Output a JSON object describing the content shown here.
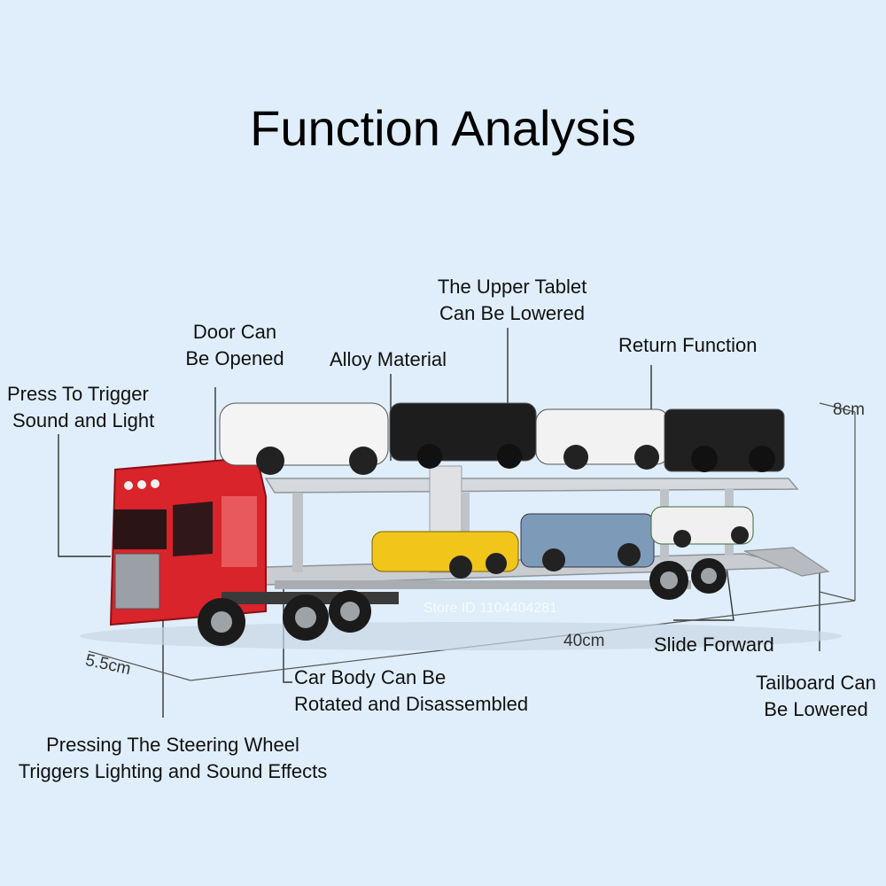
{
  "title": "Function Analysis",
  "labels": {
    "press_trigger": [
      "Press To Trigger",
      "Sound and Light"
    ],
    "door": [
      "Door Can",
      "Be Opened"
    ],
    "alloy": "Alloy Material",
    "upper_tablet": [
      "The Upper Tablet",
      "Can Be Lowered"
    ],
    "return_function": "Return Function",
    "slide_forward": "Slide Forward",
    "tailboard": [
      "Tailboard Can",
      "Be Lowered"
    ],
    "car_body": [
      "Car Body Can Be",
      "Rotated and Disassembled"
    ],
    "steering": [
      "Pressing The Steering Wheel",
      "Triggers Lighting and Sound Effects"
    ]
  },
  "dimensions": {
    "height": "8cm",
    "length": "40cm",
    "width": "5.5cm"
  },
  "watermark": "Store ID 1104404281",
  "colors": {
    "background": "#dfeefa",
    "cab_red": "#d8242a",
    "trailer_silver": "#c9ccd0"
  }
}
